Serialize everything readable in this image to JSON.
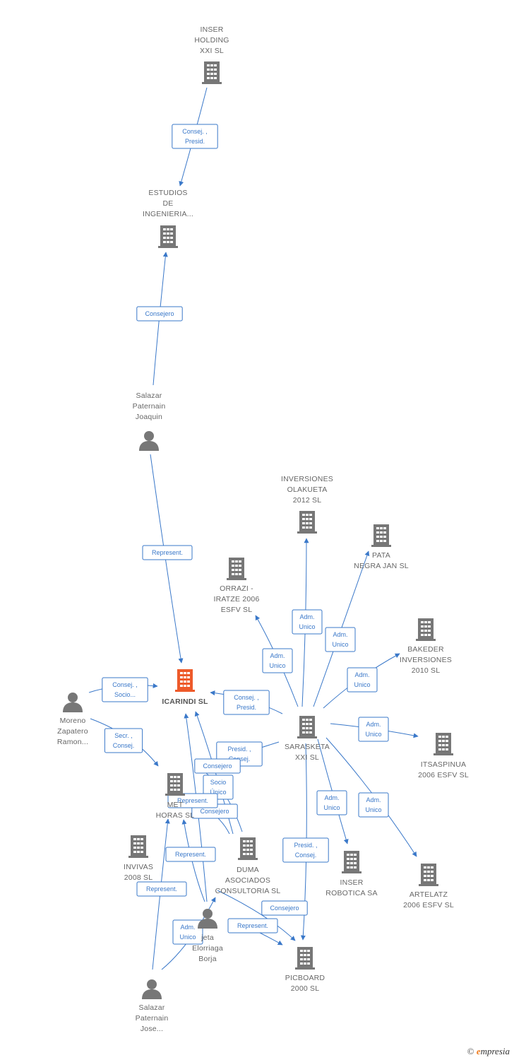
{
  "colors": {
    "edge": "#3a78c9",
    "company": "#777777",
    "main_company": "#ee5a2a",
    "person": "#777777",
    "label": "#666666"
  },
  "nodes": [
    {
      "id": "inser_holding",
      "type": "company",
      "lines": [
        "INSER",
        "HOLDING",
        "XXI SL"
      ]
    },
    {
      "id": "estudios",
      "type": "company",
      "lines": [
        "ESTUDIOS",
        "DE",
        "INGENIERIA..."
      ]
    },
    {
      "id": "salazar_joaquin",
      "type": "person",
      "lines": [
        "Salazar",
        "Paternain",
        "Joaquin"
      ]
    },
    {
      "id": "inversiones_olakueta",
      "type": "company",
      "lines": [
        "INVERSIONES",
        "OLAKUETA",
        "2012 SL"
      ]
    },
    {
      "id": "pata_negra",
      "type": "company",
      "lines": [
        "PATA",
        "NEGRA JAN SL"
      ]
    },
    {
      "id": "orrazi",
      "type": "company",
      "lines": [
        "ORRAZI -",
        "IRATZE 2006",
        "ESFV SL"
      ]
    },
    {
      "id": "bakeder",
      "type": "company",
      "lines": [
        "BAKEDER",
        "INVERSIONES",
        "2010 SL"
      ]
    },
    {
      "id": "icarindi",
      "type": "main",
      "lines": [
        "ICARINDI SL"
      ]
    },
    {
      "id": "moreno",
      "type": "person",
      "lines": [
        "Moreno",
        "Zapatero",
        "Ramon..."
      ]
    },
    {
      "id": "sarasketa",
      "type": "company",
      "lines": [
        "SARASKETA",
        "XXI SL"
      ]
    },
    {
      "id": "itsaspinua",
      "type": "company",
      "lines": [
        "ITSASPINUA",
        "2006 ESFV SL"
      ]
    },
    {
      "id": "metal_horas",
      "type": "company",
      "lines": [
        "MET",
        "HORAS SL"
      ]
    },
    {
      "id": "invivas",
      "type": "company",
      "lines": [
        "INVIVAS",
        "2008 SL"
      ]
    },
    {
      "id": "duma",
      "type": "company",
      "lines": [
        "DUMA",
        "ASOCIADOS",
        "CONSULTORIA SL"
      ]
    },
    {
      "id": "inser_robotica",
      "type": "company",
      "lines": [
        "INSER",
        "ROBOTICA SA"
      ]
    },
    {
      "id": "artelatz",
      "type": "company",
      "lines": [
        "ARTELATZ",
        "2006 ESFV SL"
      ]
    },
    {
      "id": "borja",
      "type": "person",
      "lines": [
        "jeta",
        "Elorriaga",
        "Borja"
      ]
    },
    {
      "id": "picboard",
      "type": "company",
      "lines": [
        "PICBOARD",
        "2000 SL"
      ]
    },
    {
      "id": "salazar_jose",
      "type": "person",
      "lines": [
        "Salazar",
        "Paternain",
        "Jose..."
      ]
    }
  ],
  "edges": [
    {
      "from": "inser_holding",
      "to": "estudios",
      "lines": [
        "Consej. ,",
        "Presid."
      ]
    },
    {
      "from": "salazar_joaquin",
      "to": "estudios",
      "lines": [
        "Consejero"
      ]
    },
    {
      "from": "salazar_joaquin",
      "to": "icarindi",
      "lines": [
        "Represent."
      ]
    },
    {
      "from": "moreno",
      "to": "icarindi",
      "lines": [
        "Consej. ,",
        "Socio..."
      ]
    },
    {
      "from": "moreno",
      "to": "metal_horas",
      "lines": [
        "Secr. ,",
        "Consej."
      ]
    },
    {
      "from": "sarasketa",
      "to": "icarindi",
      "lines": [
        "Consej. ,",
        "Presid."
      ]
    },
    {
      "from": "sarasketa",
      "to": "orrazi",
      "lines": [
        "Adm.",
        "Unico"
      ]
    },
    {
      "from": "sarasketa",
      "to": "inversiones_olakueta",
      "lines": [
        "Adm.",
        "Unico"
      ]
    },
    {
      "from": "sarasketa",
      "to": "pata_negra",
      "lines": [
        "Adm.",
        "Unico"
      ]
    },
    {
      "from": "sarasketa",
      "to": "bakeder",
      "lines": [
        "Adm.",
        "Unico"
      ]
    },
    {
      "from": "sarasketa",
      "to": "itsaspinua",
      "lines": [
        "Adm.",
        "Unico"
      ]
    },
    {
      "from": "sarasketa",
      "to": "inser_robotica",
      "lines": [
        "Adm.",
        "Unico"
      ]
    },
    {
      "from": "sarasketa",
      "to": "artelatz",
      "lines": [
        "Adm.",
        "Unico"
      ]
    },
    {
      "from": "sarasketa",
      "to": "metal_horas",
      "lines": [
        "Presid. ,",
        "Consej."
      ]
    },
    {
      "from": "sarasketa",
      "to": "picboard",
      "lines": [
        "Presid. ,",
        "Consej."
      ]
    },
    {
      "from": "duma",
      "to": "metal_horas",
      "lines": [
        "Consejero"
      ]
    },
    {
      "from": "duma",
      "to": "icarindi",
      "lines": [
        "Socio",
        "Único"
      ]
    },
    {
      "from": "duma",
      "to": "metal_horas",
      "lines": [
        "Consejero"
      ]
    },
    {
      "from": "borja",
      "to": "icarindi",
      "lines": [
        "Represent."
      ]
    },
    {
      "from": "borja",
      "to": "metal_horas",
      "lines": [
        "Represent."
      ]
    },
    {
      "from": "borja",
      "to": "picboard",
      "lines": [
        "Represent."
      ]
    },
    {
      "from": "borja",
      "to": "picboard",
      "lines": [
        "Consejero"
      ]
    },
    {
      "from": "salazar_jose",
      "to": "metal_horas",
      "lines": [
        "Represent."
      ]
    },
    {
      "from": "salazar_jose",
      "to": "borja",
      "lines": [
        "Adm.",
        "Unico"
      ]
    }
  ],
  "footer": {
    "copyright": "©",
    "brand_initial": "e",
    "brand_rest": "mpresia"
  }
}
